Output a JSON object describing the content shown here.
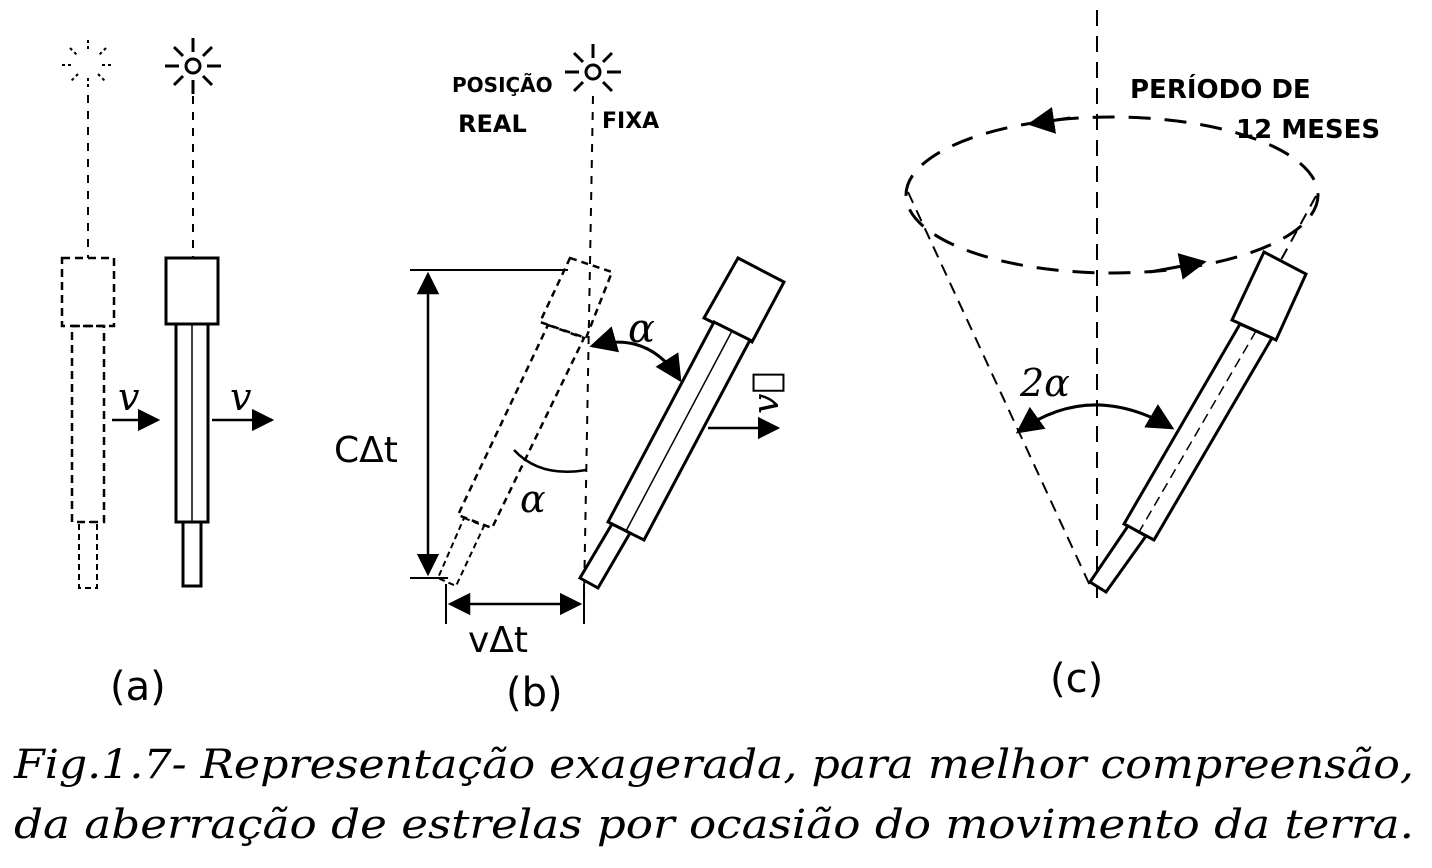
{
  "panel_a": {
    "label": "(a)",
    "velocity_left": "v",
    "velocity_right": "v"
  },
  "panel_b": {
    "label": "(b)",
    "real_position_line1": "POSIÇÃO",
    "real_position_line2": "REAL",
    "fixed_label": "FIXA",
    "alpha_top": "α",
    "alpha_bottom": "α",
    "velocity_vector": "v⃗",
    "c_delta_t": "CΔt",
    "v_delta_t": "vΔt"
  },
  "panel_c": {
    "label": "(c)",
    "period_line1": "PERÍODO DE",
    "period_line2": "12 MESES",
    "two_alpha": "2α"
  },
  "caption": {
    "line1": "Fig.1.7- Representação exagerada, para melhor compreensão,",
    "line2": "da aberração de estrelas por ocasião do movimento da terra."
  }
}
